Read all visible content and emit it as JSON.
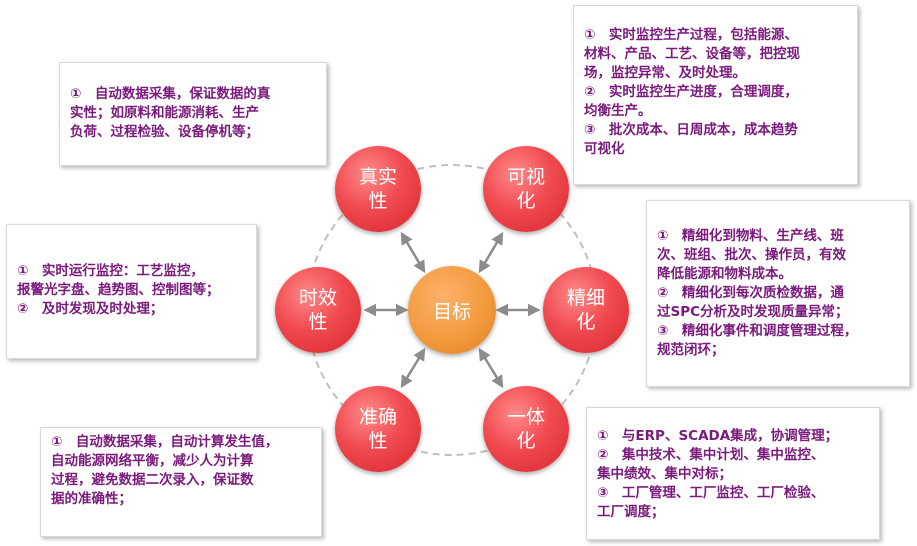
{
  "center": {
    "label": "目标"
  },
  "nodes": {
    "authenticity": "真实\n性",
    "visualization": "可视\n化",
    "refinement": "精细\n化",
    "integration": "一体\n化",
    "accuracy": "准确\n性",
    "timeliness": "时效\n性"
  },
  "notes": {
    "authenticity": "①　自动数据采集，保证数据的真\n实性；如原料和能源消耗、生产\n负荷、过程检验、设备停机等；",
    "visualization": "①　实时监控生产过程，包括能源、\n材料、产品、工艺、设备等，把控现\n场，监控异常、及时处理。\n②　实时监控生产进度，合理调度，\n均衡生产。\n③　批次成本、日周成本，成本趋势\n可视化",
    "refinement": "①　精细化到物料、生产线、班\n次、班组、批次、操作员，有效\n降低能源和物料成本。\n②　精细化到每次质检数据，通\n过SPC分析及时发现质量异常；\n③　精细化事件和调度管理过程，\n规范闭环；",
    "integration": "①　与ERP、SCADA集成，协调管理；\n②　集中技术、集中计划、集中监控、\n集中绩效、集中对标；\n③　工厂管理、工厂监控、工厂检验、\n工厂调度；",
    "accuracy": "①　自动数据采集，自动计算发生值，\n自动能源网络平衡，减少人为计算\n过程，避免数据二次录入，保证数\n据的准确性；",
    "timeliness": "①　实时运行监控：工艺监控，\n报警光字盘、趋势图、控制图等；\n②　及时发现及时处理；"
  },
  "colors": {
    "node_red": "#e8353c",
    "center_orange": "#f39a3f",
    "note_text": "#7a1a7c",
    "arrow_gray": "#8c8c8c",
    "ring_dash": "#bfbfbf"
  }
}
